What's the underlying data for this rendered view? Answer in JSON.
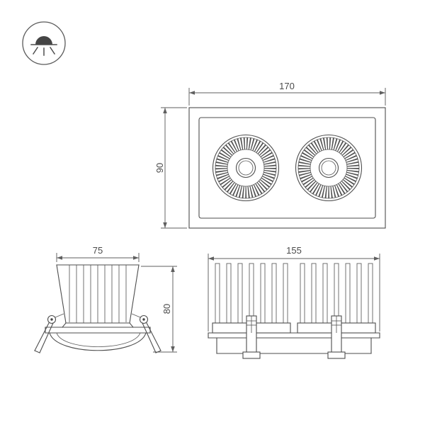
{
  "page": {
    "background": "#ffffff"
  },
  "icon": {
    "name": "recessed-downlight-icon"
  },
  "dimensions": {
    "top_view": {
      "width": "170",
      "height": "90"
    },
    "side_view": {
      "width": "75",
      "height": "80"
    },
    "front_view": {
      "width": "155"
    }
  },
  "colors": {
    "line": "#4d4d4d",
    "dim_line": "#5f5f5f",
    "text": "#4a4a4a",
    "background": "#ffffff"
  }
}
